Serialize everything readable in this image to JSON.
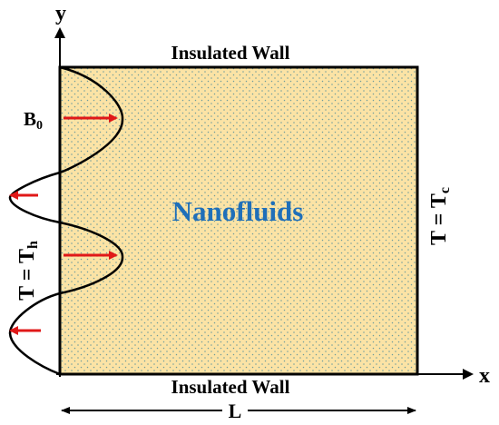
{
  "labels": {
    "axis_y": "y",
    "axis_x": "x",
    "top_wall": "Insulated Wall",
    "bottom_wall": "Insulated Wall",
    "center": "Nanofluids",
    "right_wall_prefix": "T = T",
    "right_wall_sub": "c",
    "left_wall_prefix": "T = T",
    "left_wall_sub": "h",
    "magnetic_field": "B",
    "magnetic_field_sub": "0",
    "length": "L"
  },
  "colors": {
    "fluid_fill": "#FBE3A5",
    "fluid_dot": "#6E9C9C",
    "center_text": "#1F6FB9",
    "arrow": "#E01818",
    "ink": "#000000"
  }
}
